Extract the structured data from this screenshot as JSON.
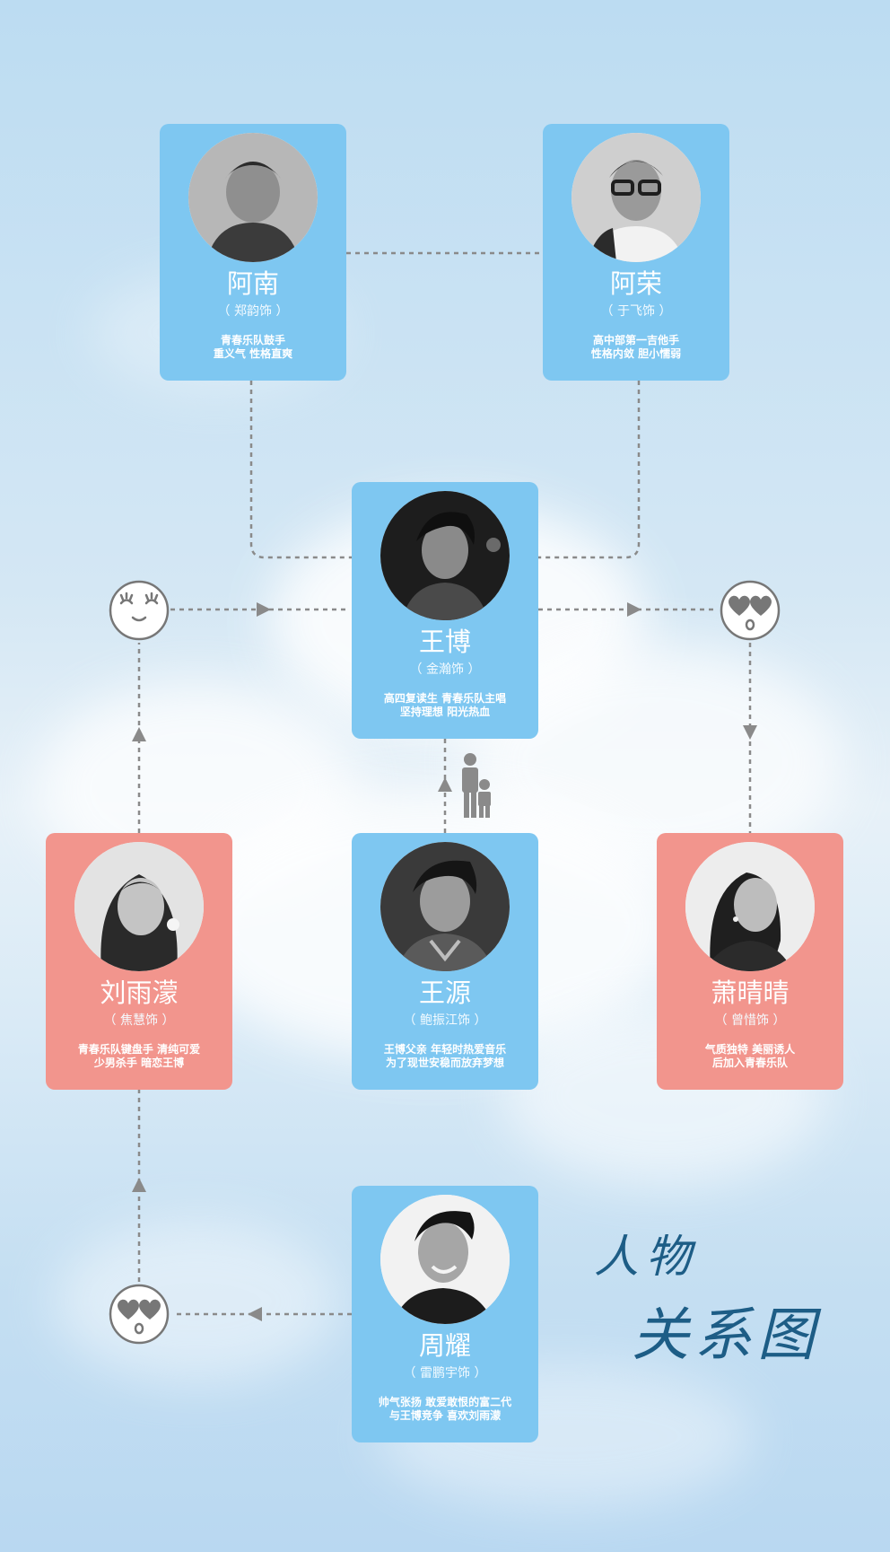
{
  "characters": {
    "anan": {
      "name": "阿南",
      "actor": "（ 郑韵饰 ）",
      "desc1": "青春乐队鼓手",
      "desc2": "重义气  性格直爽"
    },
    "arong": {
      "name": "阿荣",
      "actor": "（ 于飞饰 ）",
      "desc1": "高中部第一吉他手",
      "desc2": "性格内敛  胆小懦弱"
    },
    "wangbo": {
      "name": "王博",
      "actor": "（ 金瀚饰 ）",
      "desc1": "高四复读生  青春乐队主唱",
      "desc2": "坚持理想  阳光热血"
    },
    "liuyumeng": {
      "name": "刘雨濛",
      "actor": "（ 焦慧饰 ）",
      "desc1": "青春乐队键盘手  清纯可爱",
      "desc2": "少男杀手  暗恋王博"
    },
    "wangyuan": {
      "name": "王源",
      "actor": "（ 鲍振江饰 ）",
      "desc1": "王博父亲  年轻时热爱音乐",
      "desc2": "为了现世安稳而放弃梦想"
    },
    "xiaoqingqing": {
      "name": "萧晴晴",
      "actor": "（ 曾惜饰 ）",
      "desc1": "气质独特  美丽诱人",
      "desc2": "后加入青春乐队"
    },
    "zhouyao": {
      "name": "周耀",
      "actor": "（ 雷鹏宇饰 ）",
      "desc1": "帅气张扬  敢爱敢恨的富二代",
      "desc2": "与王博竞争  喜欢刘雨濛"
    }
  },
  "emojis": {
    "shy": "shy-smile-icon",
    "love_top": "heart-eyes-icon",
    "love_bottom": "heart-eyes-icon"
  },
  "relation_icon": "father-child-icon",
  "caption": {
    "line1": "人物",
    "line2": "关系图"
  },
  "colors": {
    "male_card": "#7ec7f1",
    "female_card": "#f2958d",
    "connector": "#8a8a8a",
    "caption": "#1d5d86"
  }
}
